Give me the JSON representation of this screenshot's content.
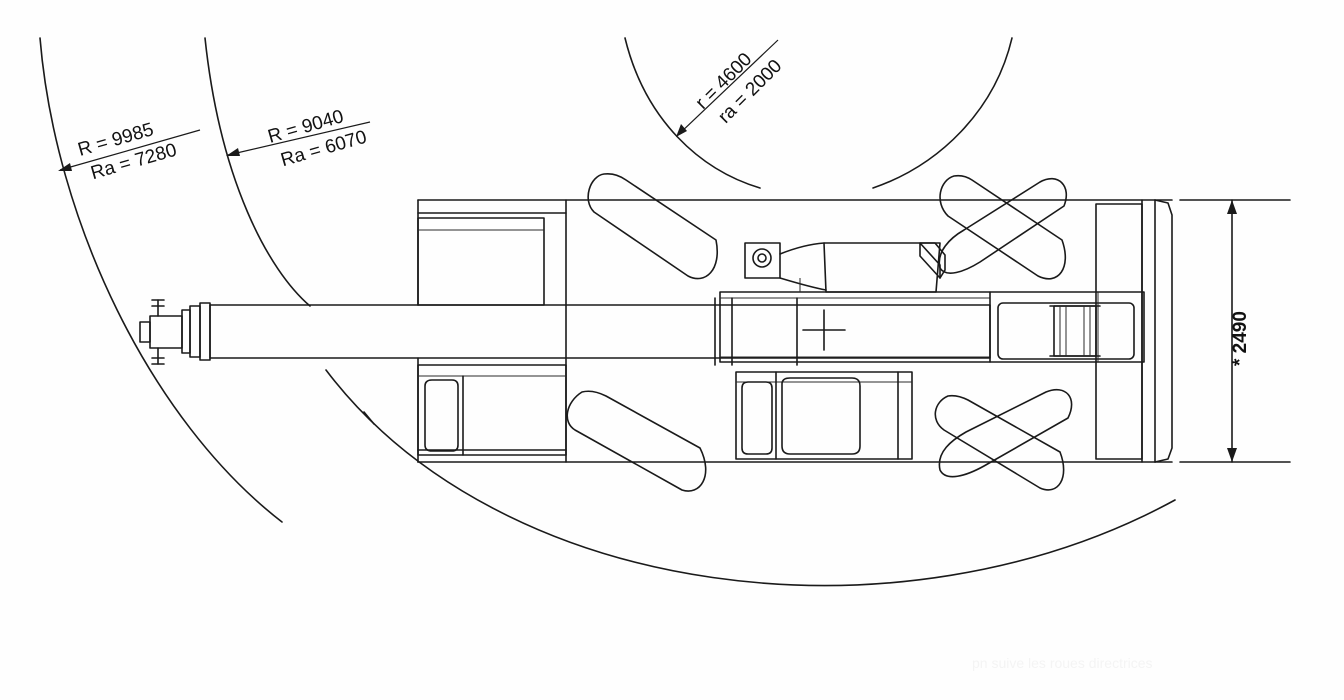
{
  "annotations": {
    "outer_radius": {
      "r_label": "R = 9985",
      "ra_label": "Ra = 7280"
    },
    "middle_radius": {
      "r_label": "R = 9040",
      "ra_label": "Ra = 6070"
    },
    "inner_radius": {
      "r_label": "r = 4600",
      "ra_label": "ra = 2000"
    },
    "width_dimension": "* 2490",
    "faint_footer": "pn suive les roues directrices"
  },
  "colors": {
    "ink": "#1a1a1a",
    "paper": "#fefefe"
  }
}
